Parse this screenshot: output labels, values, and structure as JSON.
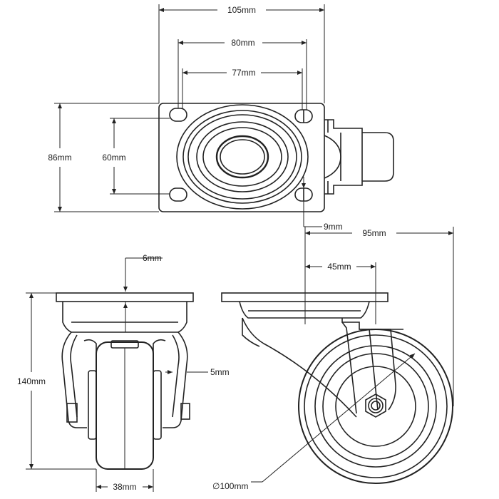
{
  "diagram": {
    "type": "technical drawing — swivel caster",
    "line_color": "#222222",
    "background": "#ffffff"
  },
  "dimensions": {
    "top_width": "105mm",
    "hole_spacing_outer": "80mm",
    "hole_spacing_inner": "77mm",
    "plate_depth": "86mm",
    "hole_spacing_vertical": "60mm",
    "slot_width": "9mm",
    "swivel_reach": "95mm",
    "offset": "45mm",
    "plate_thickness": "6mm",
    "overall_height": "140mm",
    "fork_thickness": "5mm",
    "wheel_width": "38mm",
    "wheel_diameter": "∅100mm"
  },
  "views": [
    "top-view",
    "front-view",
    "side-view"
  ]
}
